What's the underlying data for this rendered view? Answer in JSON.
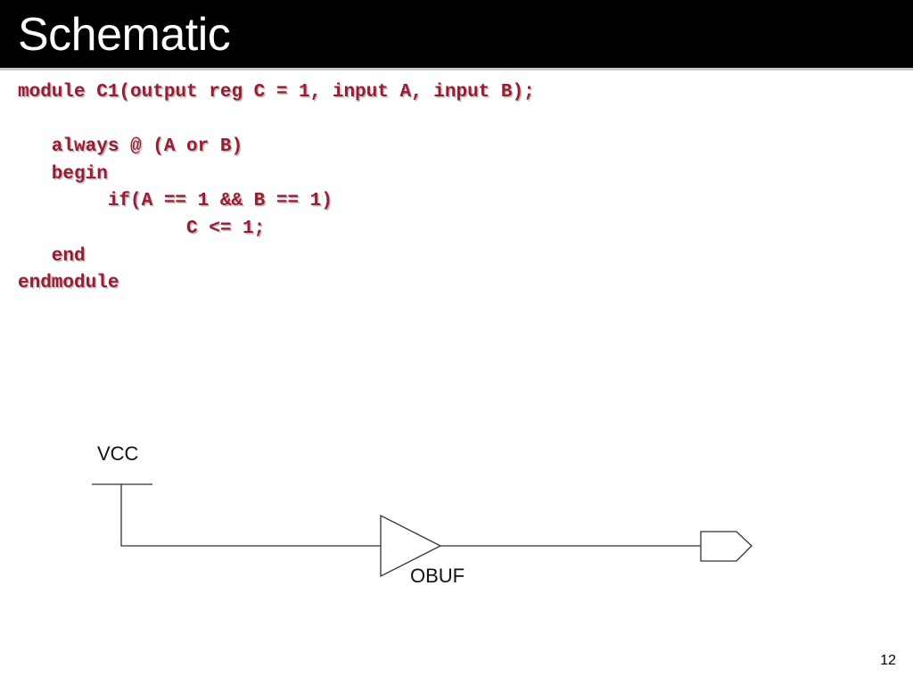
{
  "slide": {
    "title": "Schematic",
    "page_number": "12"
  },
  "code": {
    "lines": [
      "module C1(output reg C = 1, input A, input B);",
      "",
      "   always @ (A or B)",
      "   begin",
      "        if(A == 1 && B == 1)",
      "               C <= 1;",
      "   end",
      "endmodule"
    ],
    "color": "#9b1b30"
  },
  "schematic": {
    "vcc_label": "VCC",
    "buffer_label": "OBUF"
  }
}
